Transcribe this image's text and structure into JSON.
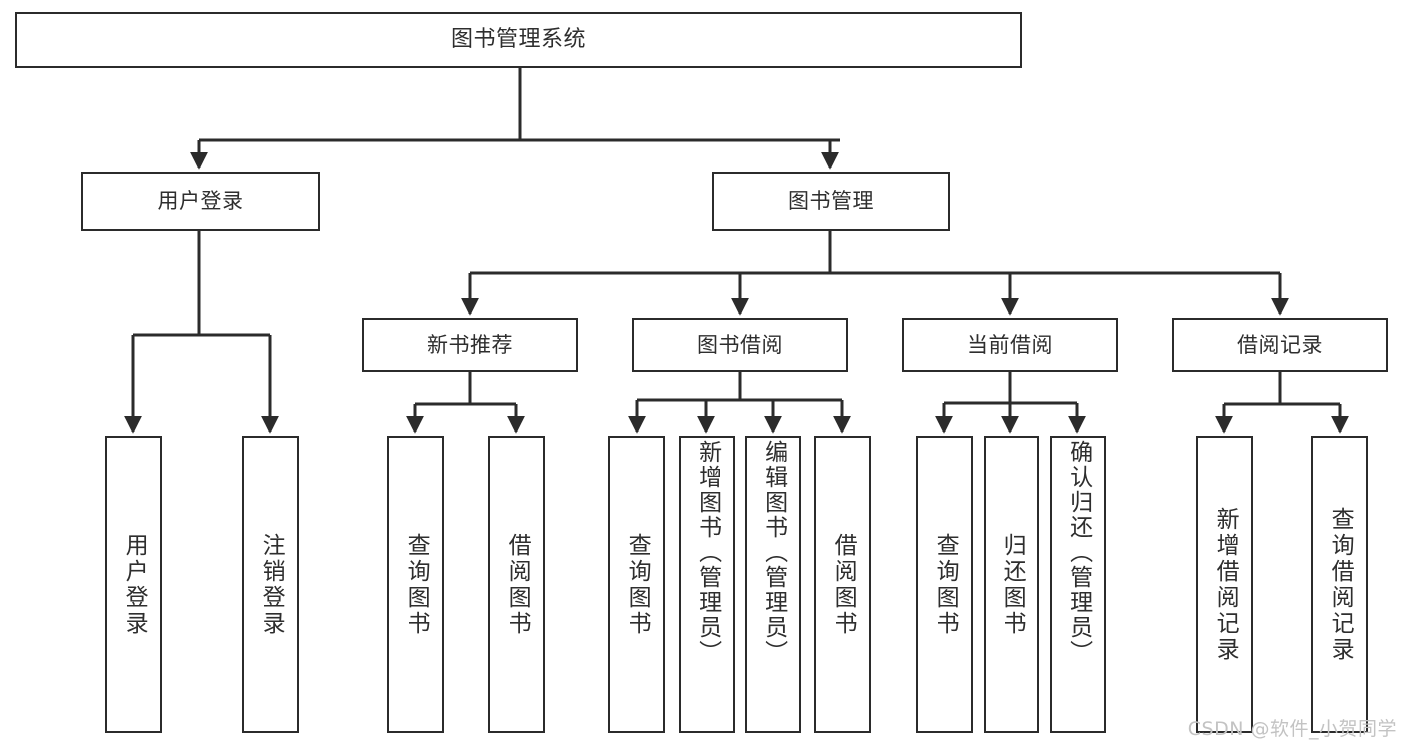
{
  "diagram": {
    "title": "图书管理系统",
    "type": "functional-structure-tree",
    "orientation": "top-down",
    "line_color": "#2b2b2b",
    "box_fill": "#ffffff",
    "text_color": "#2e2e2e",
    "watermark": "CSDN @软件_小贺同学",
    "watermark_color": "#c3c3c3"
  },
  "nodes": {
    "root": {
      "label": "图书管理系统"
    },
    "tier2": [
      {
        "label": "用户登录"
      },
      {
        "label": "图书管理"
      }
    ],
    "tier3": [
      {
        "label": "新书推荐"
      },
      {
        "label": "图书借阅"
      },
      {
        "label": "当前借阅"
      },
      {
        "label": "借阅记录"
      }
    ],
    "leaves_user_login": [
      {
        "label": "用户登录"
      },
      {
        "label": "注销登录"
      }
    ],
    "leaves_new_book": [
      {
        "label": "查询图书"
      },
      {
        "label": "借阅图书"
      }
    ],
    "leaves_borrow": [
      {
        "label": "查询图书"
      },
      {
        "label": "新增图书（管理员）"
      },
      {
        "label": "编辑图书（管理员）"
      },
      {
        "label": "借阅图书"
      }
    ],
    "leaves_current": [
      {
        "label": "查询图书"
      },
      {
        "label": "归还图书"
      },
      {
        "label": "确认归还（管理员）"
      }
    ],
    "leaves_record": [
      {
        "label": "新增借阅记录"
      },
      {
        "label": "查询借阅记录"
      }
    ]
  }
}
